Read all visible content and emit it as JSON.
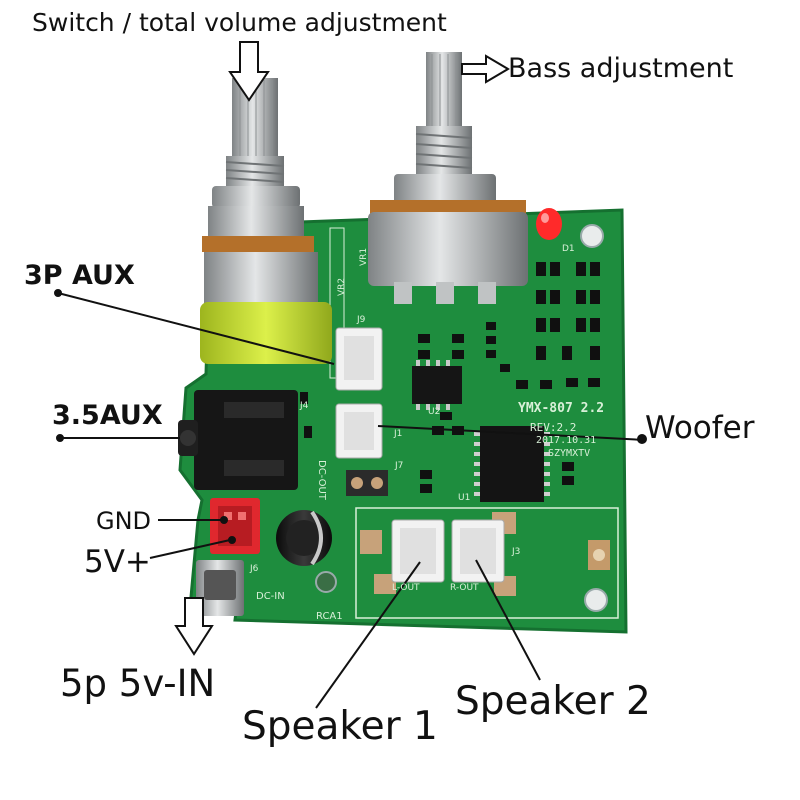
{
  "labels": {
    "title": "Switch / total volume adjustment",
    "bass": "Bass adjustment",
    "aux3p": "3P AUX",
    "aux35": "3.5AUX",
    "woofer": "Woofer",
    "gnd": "GND",
    "v5": "5V+",
    "in5p": "5p 5v-IN",
    "speaker1": "Speaker 1",
    "speaker2": "Speaker 2"
  },
  "silkscreen": {
    "model": "YMX-807 2.2",
    "rev": "REV:2.2",
    "date": "2017.10.31",
    "brand": "SZYMXTV",
    "dc_out": "DC-OUT",
    "dc_in": "DC-IN",
    "rca": "RCA1",
    "d1": "D1",
    "vr1": "VR1",
    "vr2": "VR2",
    "j9": "J9",
    "j1": "J1",
    "j4": "J4",
    "j7": "J7",
    "j3": "J3",
    "j6": "J6",
    "u1": "U1",
    "u2": "U2",
    "l_out": "L-OUT",
    "r_out": "R-OUT"
  },
  "colors": {
    "pcb": "#1d8a3c",
    "pcb_dark": "#156b2d",
    "metal": "#b9bcbe",
    "green_ring": "#c8e23a",
    "red_connector": "#e0282e",
    "led": "#ff2a2a"
  }
}
